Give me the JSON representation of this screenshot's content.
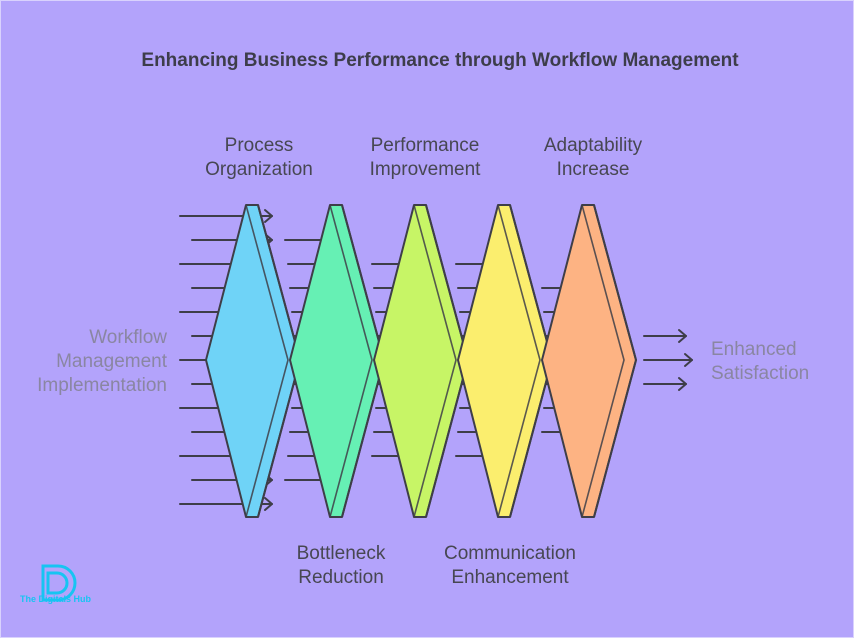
{
  "title": "Enhancing Business Performance through Workflow Management",
  "input_label": "Workflow\nManagement\nImplementation",
  "output_label": "Enhanced\nSatisfaction",
  "stages": [
    {
      "label": "Process\nOrganization",
      "color": "#6fd3f7"
    },
    {
      "label": "Bottleneck\nReduction",
      "color": "#66f0b4"
    },
    {
      "label": "Performance\nImprovement",
      "color": "#c7f566"
    },
    {
      "label": "Communication\nEnhancement",
      "color": "#fbee6e"
    },
    {
      "label": "Adaptability\nIncrease",
      "color": "#fdb383"
    }
  ],
  "brand": {
    "name": "The Digitals Hub",
    "logo_letter": "D",
    "color": "#17c4f2"
  },
  "colors": {
    "stroke": "#3e3e48",
    "background": "#b3a3fb"
  }
}
